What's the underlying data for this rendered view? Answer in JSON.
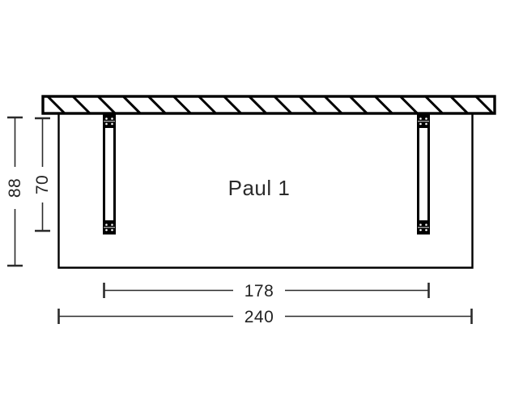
{
  "drawing": {
    "title_label": "Paul 1",
    "background_color": "#ffffff",
    "line_color": "#000000",
    "dimension_color": "#2b2b2b",
    "view_type": "elevation",
    "units_note": ""
  },
  "dimensions": {
    "height_overall": {
      "value": "88",
      "name": "overall-height",
      "orientation": "vertical"
    },
    "height_post": {
      "value": "70",
      "name": "post-height",
      "orientation": "vertical"
    },
    "width_posts": {
      "value": "178",
      "name": "post-spacing-width",
      "orientation": "horizontal"
    },
    "width_overall": {
      "value": "240",
      "name": "overall-width",
      "orientation": "horizontal"
    }
  },
  "components": {
    "beam": {
      "name": "hatched-beam",
      "hatch_pattern": "diagonal-45"
    },
    "posts": [
      {
        "name": "left-post",
        "position": "left"
      },
      {
        "name": "right-post",
        "position": "right"
      }
    ],
    "connectors": [
      {
        "name": "left-post-top-bracket"
      },
      {
        "name": "left-post-bottom-bracket"
      },
      {
        "name": "right-post-top-bracket"
      },
      {
        "name": "right-post-bottom-bracket"
      }
    ],
    "outline": {
      "name": "structure-outline"
    }
  }
}
